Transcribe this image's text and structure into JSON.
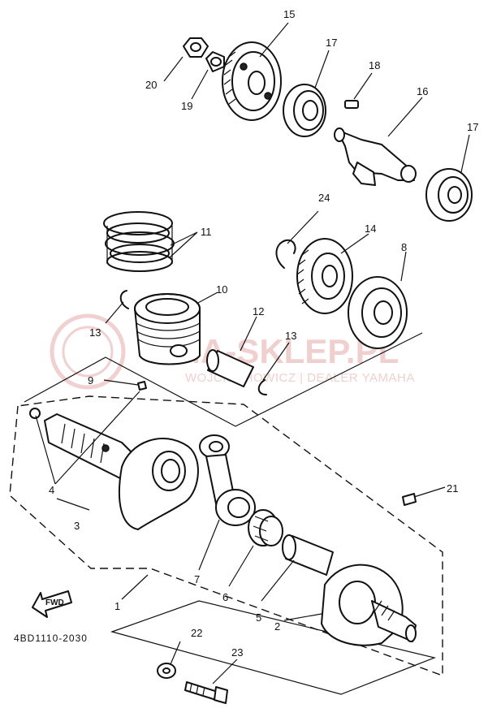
{
  "diagram_code": "4BD1110-2030",
  "fwd_label": "FWD",
  "watermark": {
    "title": "MA-SKLEP.PL",
    "subtitle": "WOJCIECHOWICZ | DEALER YAMAHA"
  },
  "callouts": [
    {
      "id": "c1",
      "text": "1"
    },
    {
      "id": "c2",
      "text": "2"
    },
    {
      "id": "c3",
      "text": "3"
    },
    {
      "id": "c4",
      "text": "4"
    },
    {
      "id": "c5",
      "text": "5"
    },
    {
      "id": "c6",
      "text": "6"
    },
    {
      "id": "c7",
      "text": "7"
    },
    {
      "id": "c8",
      "text": "8"
    },
    {
      "id": "c9",
      "text": "9"
    },
    {
      "id": "c10",
      "text": "10"
    },
    {
      "id": "c11",
      "text": "11"
    },
    {
      "id": "c12",
      "text": "12"
    },
    {
      "id": "c13a",
      "text": "13"
    },
    {
      "id": "c13b",
      "text": "13"
    },
    {
      "id": "c14",
      "text": "14"
    },
    {
      "id": "c15",
      "text": "15"
    },
    {
      "id": "c16",
      "text": "16"
    },
    {
      "id": "c17a",
      "text": "17"
    },
    {
      "id": "c17b",
      "text": "17"
    },
    {
      "id": "c18",
      "text": "18"
    },
    {
      "id": "c19",
      "text": "19"
    },
    {
      "id": "c20",
      "text": "20"
    },
    {
      "id": "c21",
      "text": "21"
    },
    {
      "id": "c22",
      "text": "22"
    },
    {
      "id": "c23",
      "text": "23"
    },
    {
      "id": "c24",
      "text": "24"
    }
  ]
}
